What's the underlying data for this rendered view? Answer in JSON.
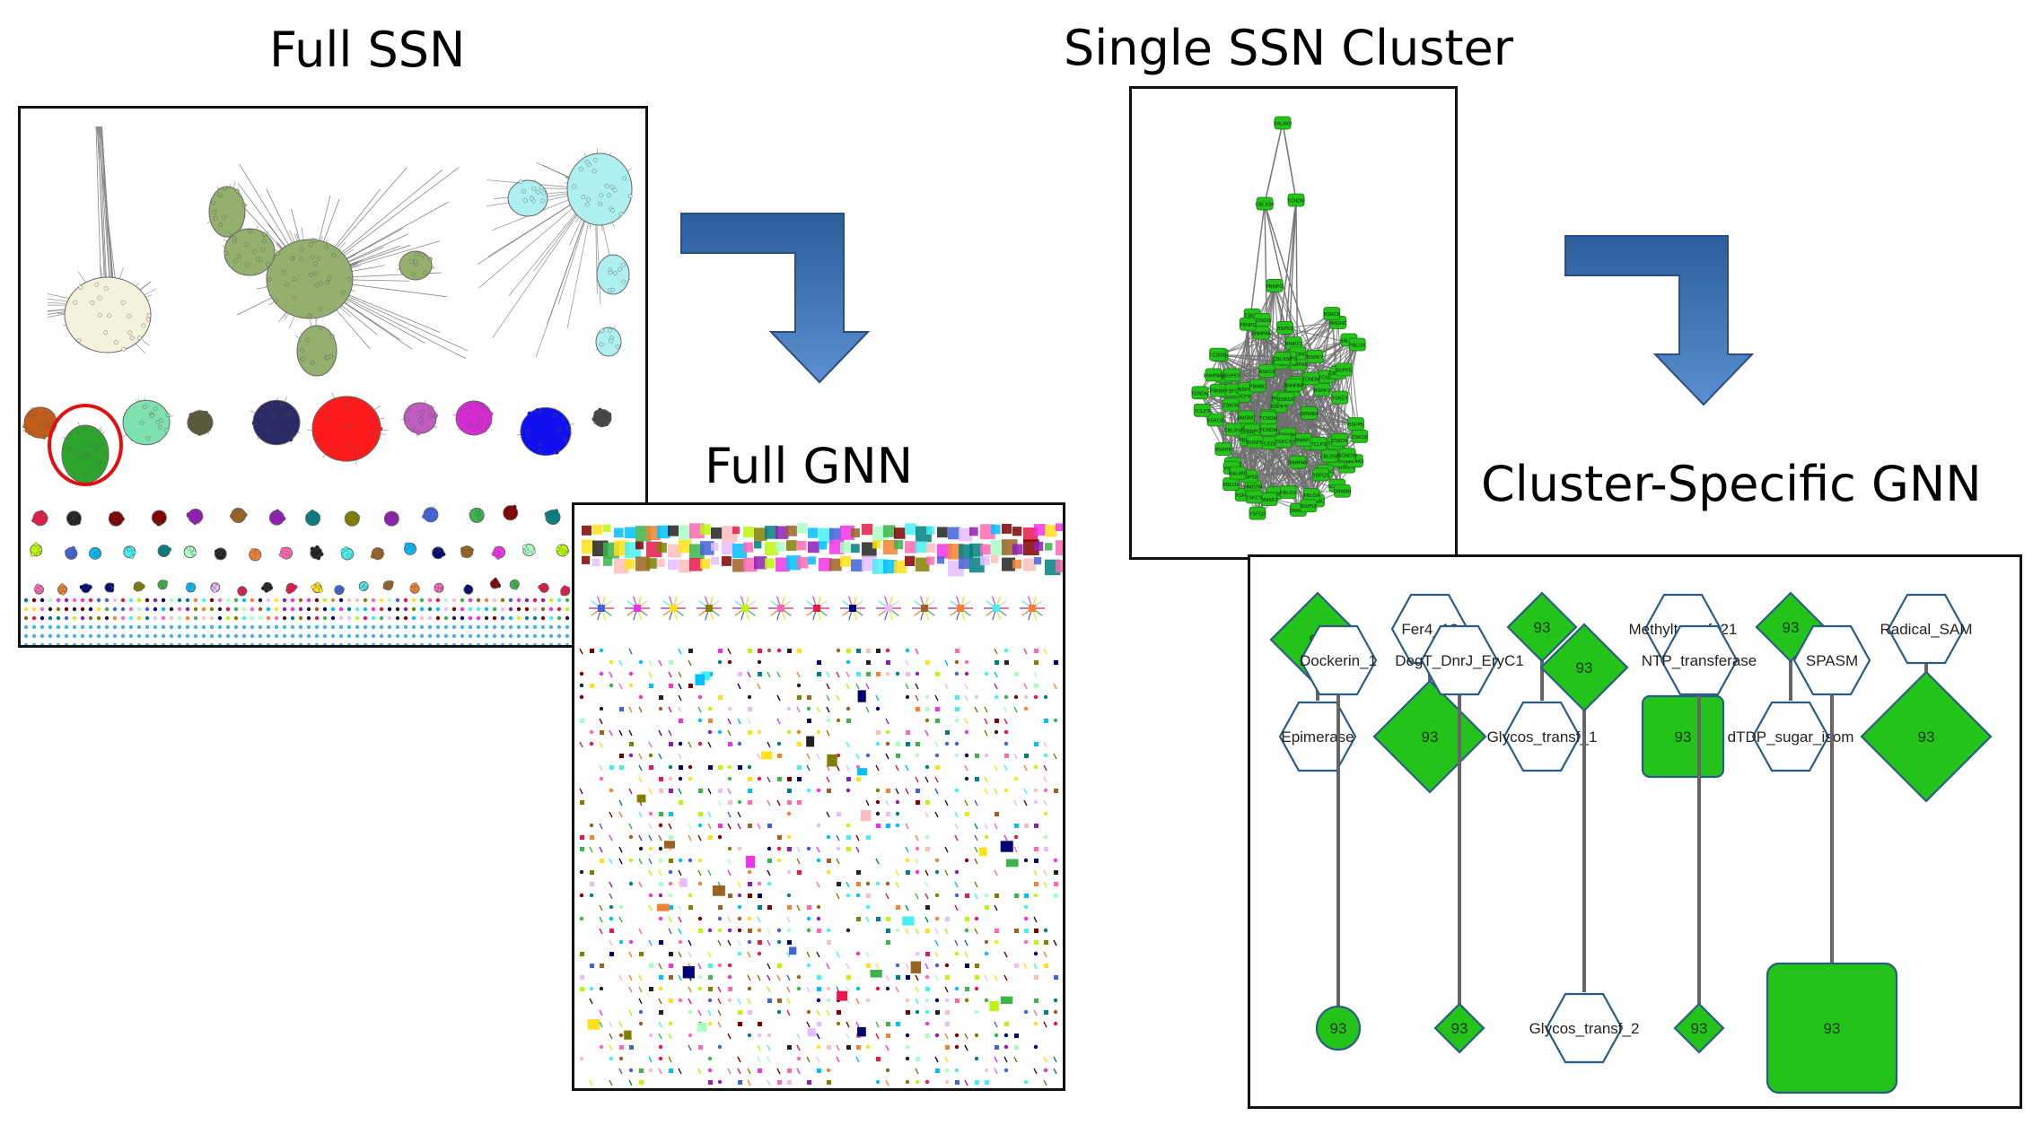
{
  "titles": {
    "full_ssn": "Full SSN",
    "single_ssn_cluster": "Single SSN Cluster",
    "full_gnn": "Full GNN",
    "cluster_specific_gnn": "Cluster-Specific GNN"
  },
  "colors": {
    "ssn_green": "#93b06e",
    "ssn_cream": "#f4f1dc",
    "ssn_cyan": "#aef0f0",
    "cluster_node": "#23c31a",
    "highlight_ring": "#e01010",
    "arrow_blue": "#3f72b8",
    "hub_stroke": "#2a5d86"
  },
  "cluster_nodes": [
    "BAL4K0",
    "CBLXS0",
    "TCNDM",
    "BSP53",
    "BSFP5",
    "TSKCY",
    "DRW8H",
    "BNHPAR",
    "FBLOX",
    "YSFQ3",
    "TCSDB",
    "HMG2M",
    "BNIKF2",
    "BSCP3",
    "PBNPO",
    "BMGNC",
    "TCLP3",
    "BSKC8",
    "SCNOSI",
    "ZSKO6",
    "PBNBC",
    "BSPKY"
  ],
  "gnn_pairs": [
    {
      "hub": "93",
      "hub_shape": "diamond",
      "neighbor": "Epimerase",
      "neighbor_shape": "hexagon"
    },
    {
      "hub": "Fer4_12",
      "hub_shape": "hexagon",
      "neighbor": "93",
      "neighbor_shape": "diamond"
    },
    {
      "hub": "93",
      "hub_shape": "diamond",
      "neighbor": "Glycos_transf_1",
      "neighbor_shape": "hexagon"
    },
    {
      "hub": "Methyltransf_21",
      "hub_shape": "hexagon",
      "neighbor": "93",
      "neighbor_shape": "square"
    },
    {
      "hub": "93",
      "hub_shape": "diamond",
      "neighbor": "dTDP_sugar_isom",
      "neighbor_shape": "hexagon"
    },
    {
      "hub": "Radical_SAM",
      "hub_shape": "hexagon",
      "neighbor": "93",
      "neighbor_shape": "diamond"
    },
    {
      "hub": "Dockerin_1",
      "hub_shape": "hexagon",
      "neighbor": "93",
      "neighbor_shape": "circle"
    },
    {
      "hub": "DegT_DnrJ_EryC1",
      "hub_shape": "hexagon",
      "neighbor": "93",
      "neighbor_shape": "diamond"
    },
    {
      "hub": "93",
      "hub_shape": "diamond",
      "neighbor": "Glycos_transf_2",
      "neighbor_shape": "hexagon"
    },
    {
      "hub": "NTP_transferase",
      "hub_shape": "hexagon",
      "neighbor": "93",
      "neighbor_shape": "diamond"
    },
    {
      "hub": "SPASM",
      "hub_shape": "hexagon",
      "neighbor": "93",
      "neighbor_shape": "square"
    }
  ]
}
